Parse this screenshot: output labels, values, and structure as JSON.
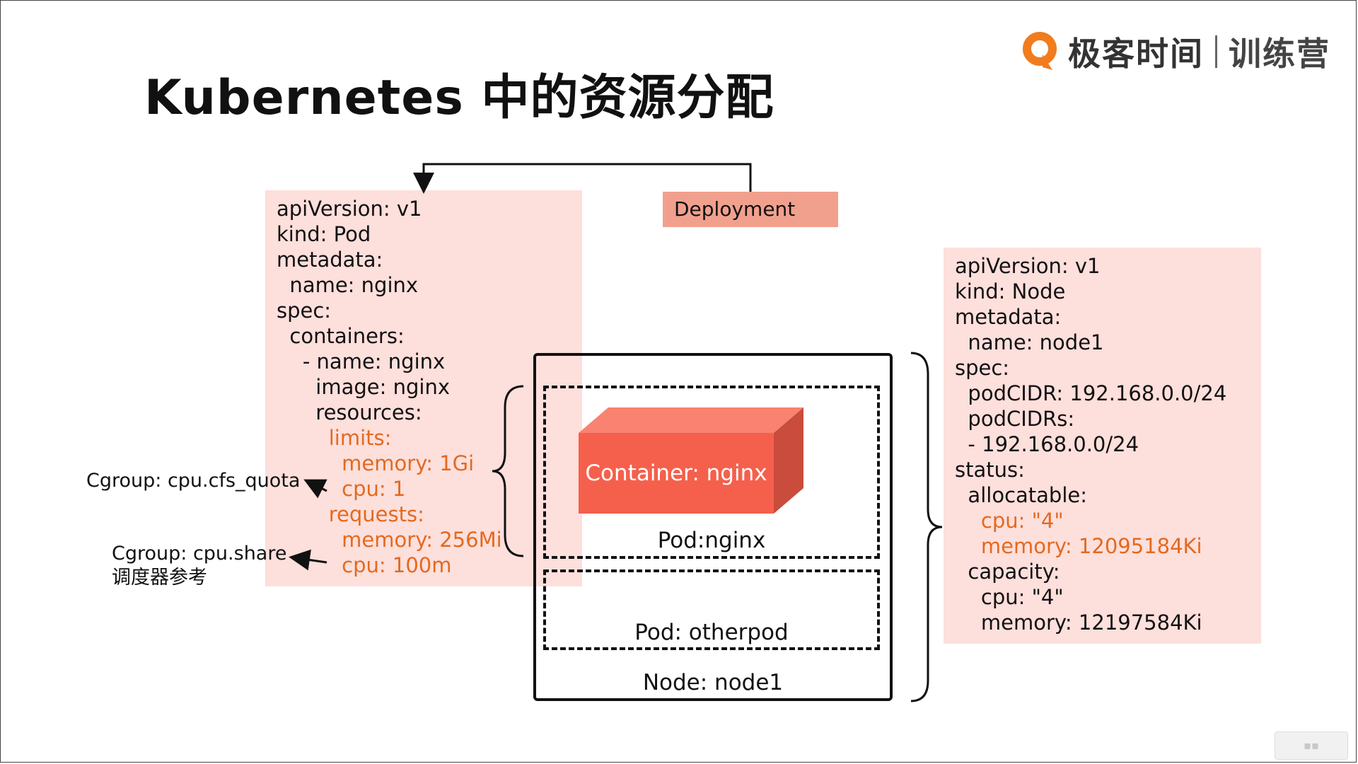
{
  "title": "Kubernetes 中的资源分配",
  "brand": {
    "name": "极客时间",
    "sub": "训练营"
  },
  "deployment_label": "Deployment",
  "pod_yaml": [
    {
      "text": "apiVersion: v1",
      "hl": false
    },
    {
      "text": "kind: Pod",
      "hl": false
    },
    {
      "text": "metadata:",
      "hl": false
    },
    {
      "text": "  name: nginx",
      "hl": false
    },
    {
      "text": "spec:",
      "hl": false
    },
    {
      "text": "  containers:",
      "hl": false
    },
    {
      "text": "    - name: nginx",
      "hl": false
    },
    {
      "text": "      image: nginx",
      "hl": false
    },
    {
      "text": "      resources:",
      "hl": false
    },
    {
      "text": "        limits:",
      "hl": true
    },
    {
      "text": "          memory: 1Gi",
      "hl": true
    },
    {
      "text": "          cpu: 1",
      "hl": true
    },
    {
      "text": "        requests:",
      "hl": true
    },
    {
      "text": "          memory: 256Mi",
      "hl": true
    },
    {
      "text": "          cpu: 100m",
      "hl": true
    }
  ],
  "node_yaml": [
    {
      "text": "apiVersion: v1",
      "hl": false
    },
    {
      "text": "kind: Node",
      "hl": false
    },
    {
      "text": "metadata:",
      "hl": false
    },
    {
      "text": "  name: node1",
      "hl": false
    },
    {
      "text": "spec:",
      "hl": false
    },
    {
      "text": "  podCIDR: 192.168.0.0/24",
      "hl": false
    },
    {
      "text": "  podCIDRs:",
      "hl": false
    },
    {
      "text": "  - 192.168.0.0/24",
      "hl": false
    },
    {
      "text": "status:",
      "hl": false
    },
    {
      "text": "  allocatable:",
      "hl": false
    },
    {
      "text": "    cpu: \"4\"",
      "hl": true
    },
    {
      "text": "    memory: 12095184Ki",
      "hl": true
    },
    {
      "text": "  capacity:",
      "hl": false
    },
    {
      "text": "    cpu: \"4\"",
      "hl": false
    },
    {
      "text": "    memory: 12197584Ki",
      "hl": false
    }
  ],
  "labels": {
    "container": "Container: nginx",
    "pod_nginx": "Pod:nginx",
    "pod_other": "Pod: otherpod",
    "node": "Node: node1"
  },
  "notes": {
    "cfs_quota": "Cgroup: cpu.cfs_quota",
    "cpu_share": "Cgroup: cpu.share",
    "scheduler_ref": "调度器参考"
  },
  "colors": {
    "yaml_bg": "#fddfdc",
    "highlight": "#e36a1f",
    "deployment_bg": "#f2a08e",
    "container_front": "#f5604c",
    "container_top": "#f98270",
    "container_side": "#c94c3c",
    "brand_orange": "#f07c1e"
  }
}
